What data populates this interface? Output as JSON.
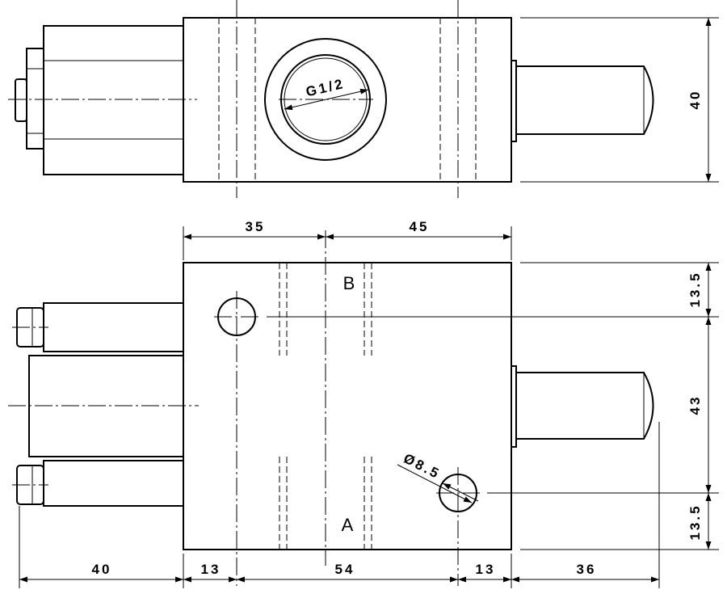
{
  "drawing": {
    "thread_label": "G1/2",
    "port_b_label": "B",
    "port_a_label": "A",
    "hole_diameter_label": "Ø8.5"
  },
  "dimensions": {
    "height_top_view": "40",
    "top_left": "35",
    "top_right": "45",
    "right_upper": "13.5",
    "right_middle": "43",
    "right_lower": "13.5",
    "bottom_1": "40",
    "bottom_2": "13",
    "bottom_3": "54",
    "bottom_4": "13",
    "bottom_5": "36"
  }
}
